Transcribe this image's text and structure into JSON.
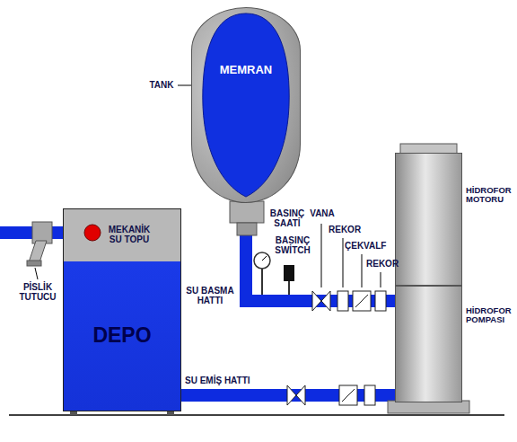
{
  "diagram": {
    "nodes": [
      {
        "text": [
          "MEMRAN"
        ]
      },
      {
        "text": [
          "HİDROFOR MOTORU"
        ]
      },
      {
        "text": [
          "DEPO"
        ]
      },
      {
        "text": [
          "HİDROFOR POMPASI"
        ]
      }
    ],
    "edges": [
      {
        "from": 2,
        "to": 3,
        "arrow": "none",
        "label": "SU EMİŞ HATTI"
      },
      {
        "from": 3,
        "to": 0,
        "arrow": "none",
        "label": "SU BASMA HATTI"
      }
    ],
    "labels": [
      "TANK",
      "PİSLİK TUTUCU",
      "MEKANİK SU TOPU",
      "BASINÇ SAATİ",
      "BASINÇ SWİTCH",
      "VANA",
      "REKOR",
      "ÇEKVALF",
      "REKOR"
    ]
  }
}
